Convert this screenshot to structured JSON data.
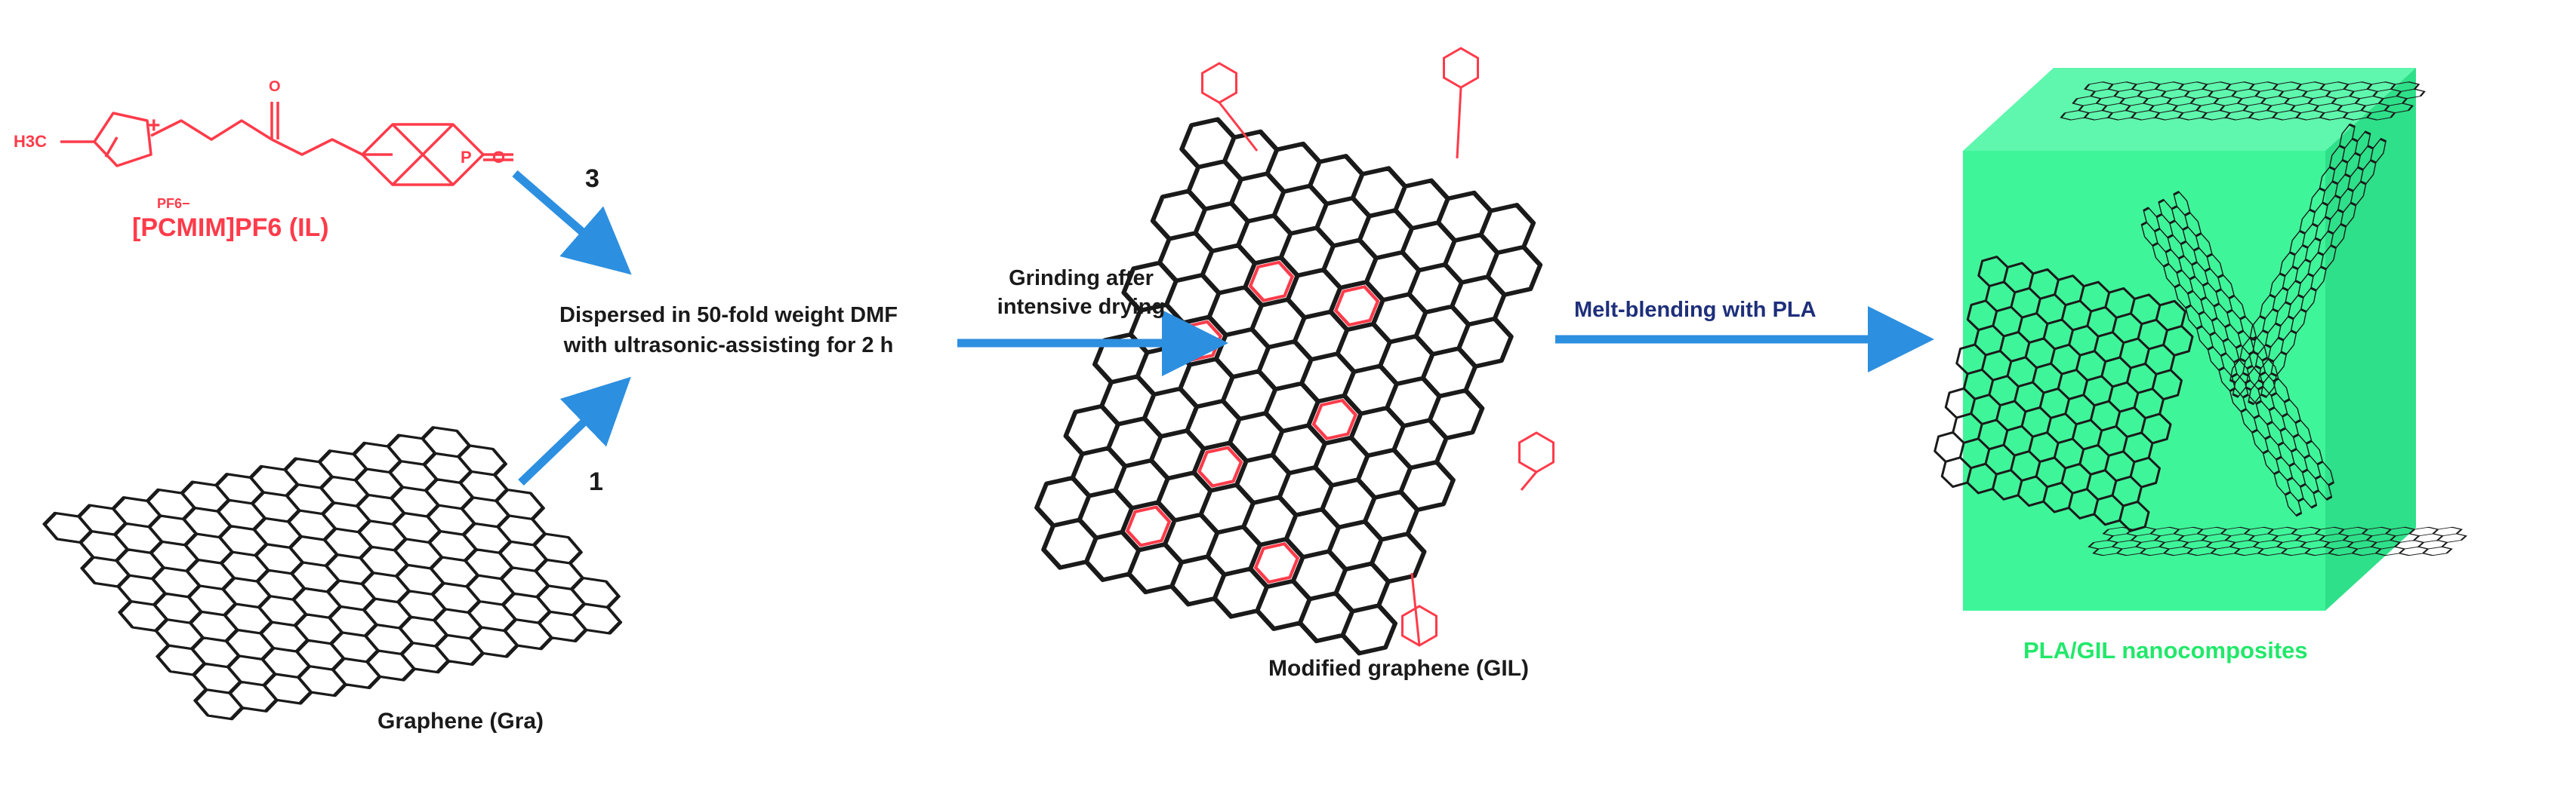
{
  "il": {
    "methyl": "H3C",
    "plus": "+",
    "counter_ion": "PF6−",
    "name": "[PCMIM]PF6 (IL)",
    "p": "P",
    "o": "O",
    "o2": "O"
  },
  "steps": {
    "label_3": "3",
    "label_1": "1",
    "dispersion_line1": "Dispersed in 50-fold weight DMF",
    "dispersion_line2": "with ultrasonic-assisting for 2 h",
    "grinding_line1": "Grinding after",
    "grinding_line2": "intensive drying",
    "melt": "Melt-blending with PLA"
  },
  "graphene": {
    "caption": "Graphene (Gra)"
  },
  "gil": {
    "caption": "Modified graphene (GIL)"
  },
  "composite": {
    "caption": "PLA/GIL nanocomposites"
  },
  "colors": {
    "il_red": "#ff3b4a",
    "arrow_blue": "#2d8fe0",
    "lattice": "#1a1a1a",
    "cube_front": "#3ff59a",
    "cube_top": "#5ef7ad",
    "cube_side": "#2ee089",
    "composite_label": "#22e86a"
  }
}
